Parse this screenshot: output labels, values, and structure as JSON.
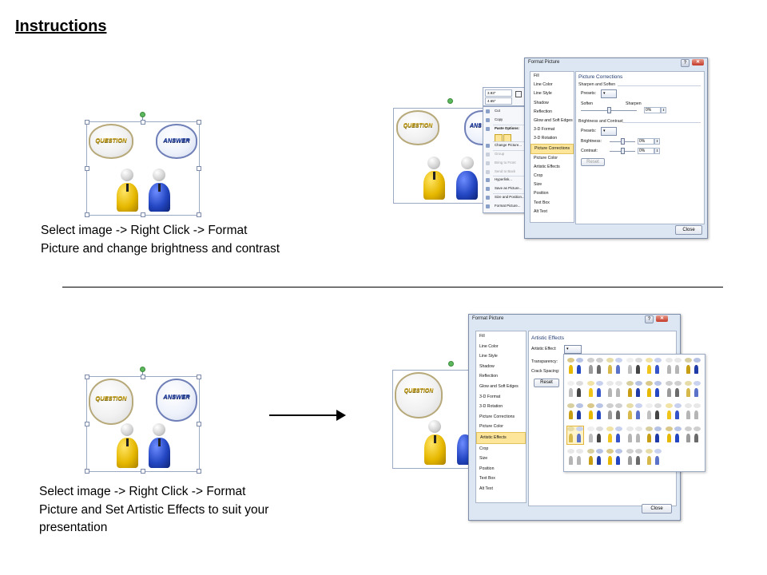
{
  "slide": {
    "title": "Instructions",
    "caption_top": [
      "Select image -> Right Click -> Format",
      "Picture and change brightness and contrast"
    ],
    "caption_bottom": [
      "Select image -> Right Click -> Format",
      "Picture and Set Artistic Effects to suit your",
      "presentation"
    ]
  },
  "bubbles": {
    "question": "QUESTION",
    "answer": "ANSWER",
    "answer_clipped": "ANS"
  },
  "size_box": {
    "height": "3.93\"",
    "width": "4.65\""
  },
  "context_menu": {
    "items": [
      {
        "label": "Cut",
        "disabled": false
      },
      {
        "label": "Copy",
        "disabled": false
      },
      {
        "label": "Paste Options:",
        "disabled": false,
        "bold": true
      },
      {
        "label": "",
        "disabled": false,
        "paste_icons": true
      },
      {
        "label": "Change Picture...",
        "disabled": false
      },
      {
        "label": "Group",
        "disabled": true
      },
      {
        "label": "Bring to Front",
        "disabled": true
      },
      {
        "label": "Send to Back",
        "disabled": true
      },
      {
        "label": "Hyperlink...",
        "disabled": false
      },
      {
        "label": "Save as Picture...",
        "disabled": false
      },
      {
        "label": "Size and Position...",
        "disabled": false
      },
      {
        "label": "Format Picture...",
        "disabled": false
      }
    ]
  },
  "dialog_top": {
    "title": "Format Picture",
    "categories": [
      "Fill",
      "Line Color",
      "Line Style",
      "Shadow",
      "Reflection",
      "Glow and Soft Edges",
      "3-D Format",
      "3-D Rotation",
      "Picture Corrections",
      "Picture Color",
      "Artistic Effects",
      "Crop",
      "Size",
      "Position",
      "Text Box",
      "Alt Text"
    ],
    "selected_index": 8,
    "panel_title": "Picture Corrections",
    "sharpen_header": "Sharpen and Soften",
    "presets_label": "Presets:",
    "soften_label": "Soften",
    "sharpen_label": "Sharpen",
    "sharpen_value": "0%",
    "sharpen_level": 0,
    "bc_header": "Brightness and Contrast",
    "brightness_label": "Brightness:",
    "brightness_value": "0%",
    "brightness_level": 0,
    "contrast_label": "Contrast:",
    "contrast_value": "0%",
    "contrast_level": 0,
    "reset_label": "Reset",
    "close_label": "Close"
  },
  "dialog_bottom": {
    "title": "Format Picture",
    "categories": [
      "Fill",
      "Line Color",
      "Line Style",
      "Shadow",
      "Reflection",
      "Glow and Soft Edges",
      "3-D Format",
      "3-D Rotation",
      "Picture Corrections",
      "Picture Color",
      "Artistic Effects",
      "Crop",
      "Size",
      "Position",
      "Text Box",
      "Alt Text"
    ],
    "selected_index": 10,
    "panel_title": "Artistic Effects",
    "effect_label": "Artistic Effect:",
    "transparency_label": "Transparency:",
    "crack_label": "Crack Spacing:",
    "reset_label": "Reset",
    "close_label": "Close"
  },
  "colors": {
    "selected_category": "#fde699",
    "dialog_bg": "#dde6f3",
    "close_red": "#c43a2a",
    "yellow_body": "#e6b800",
    "blue_body": "#2346c2"
  },
  "icons": {
    "help": "question-mark-icon",
    "close": "close-x-icon",
    "arrow": "right-arrow-icon"
  }
}
